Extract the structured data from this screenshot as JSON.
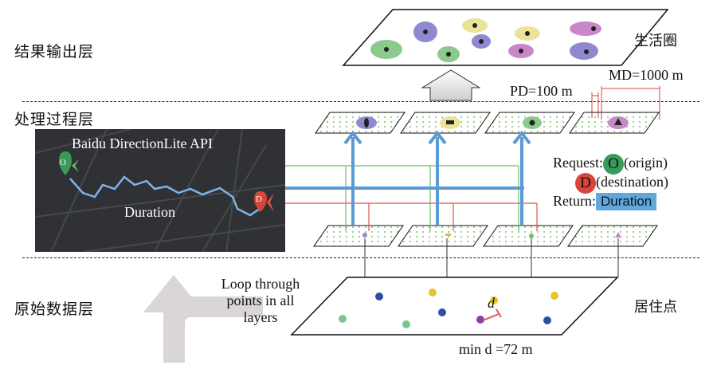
{
  "layers": {
    "result": "结果输出层",
    "process": "处理过程层",
    "raw": "原始数据层"
  },
  "labels": {
    "life_circle": "生活圈",
    "residence": "居住点",
    "pd": "PD=100 m",
    "md": "MD=1000 m",
    "min_d": "min d =72 m",
    "d_mark": "d",
    "loop": "Loop through points in all layers"
  },
  "map": {
    "title": "Baidu DirectionLite API",
    "duration": "Duration",
    "origin_marker": "O",
    "dest_marker": "D"
  },
  "legend": {
    "request": "Request:",
    "origin_letter": "O",
    "origin_text": "(origin)",
    "dest_letter": "D",
    "dest_text": "(destination)",
    "return": "Return:",
    "duration": "Duration"
  },
  "colors": {
    "blue_arrow": "#5b9bd5",
    "green_line": "#6abf69",
    "red_line": "#e0544a",
    "origin_badge": "#3a9a5a",
    "dest_badge": "#d9453a",
    "duration_highlight": "#5fa8de",
    "route_line": "#7fb3e8",
    "map_bg": "#2f3135"
  }
}
